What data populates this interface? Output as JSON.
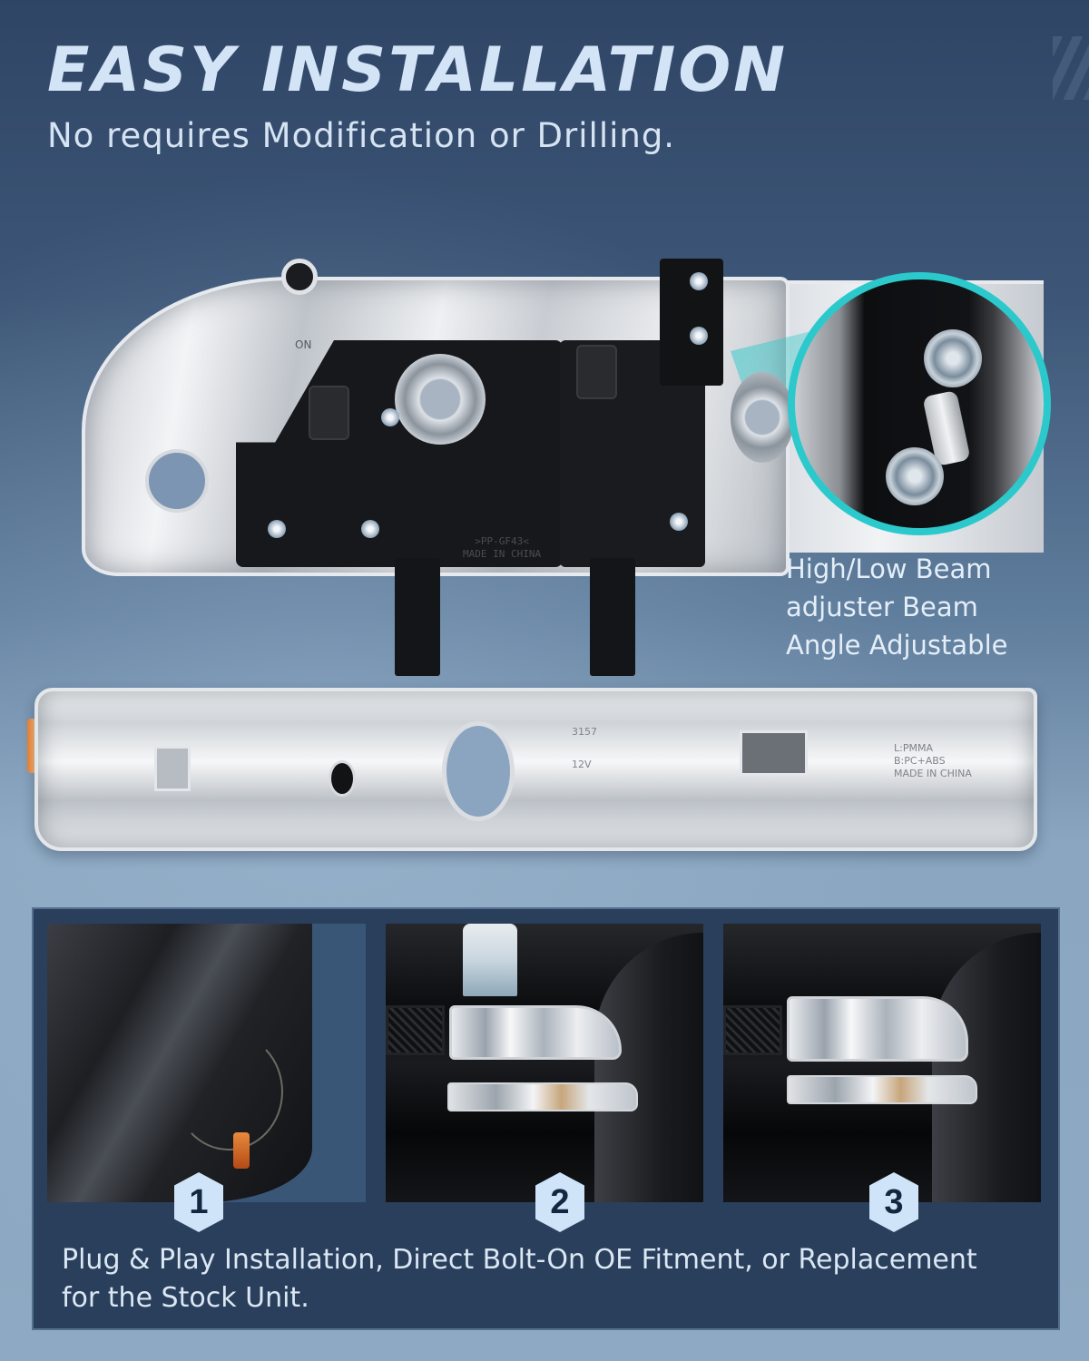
{
  "header": {
    "title": "EASY INSTALLATION",
    "subtitle": "No requires Modification or Drilling."
  },
  "product": {
    "headlight_markings": {
      "on_label": "ON",
      "part_code": ">PP-GF43<",
      "origin": "MADE IN CHINA"
    },
    "parking_light_markings": {
      "bulb_code": "3157",
      "voltage": "12V",
      "material_lines": [
        "L:PMMA",
        "B:PC+ABS",
        "MADE IN CHINA"
      ]
    }
  },
  "callout": {
    "lines": [
      "High/Low Beam",
      "adjuster Beam",
      "Angle Adjustable"
    ]
  },
  "steps": [
    {
      "number": "1",
      "photo": "wiring-connection-photo"
    },
    {
      "number": "2",
      "photo": "installed-headlight-photo"
    },
    {
      "number": "3",
      "photo": "finished-headlight-photo"
    }
  ],
  "panel": {
    "caption_line1": "Plug & Play Installation, Direct Bolt-On OE Fitment, or Replacement",
    "caption_line2": "for the Stock Unit."
  },
  "colors": {
    "accent_cyan": "#2cc9cc",
    "title_text": "#d3e4f7",
    "panel_bg": "#2a3f5c",
    "badge_bg": "#cfe4f8",
    "badge_text": "#142640"
  }
}
